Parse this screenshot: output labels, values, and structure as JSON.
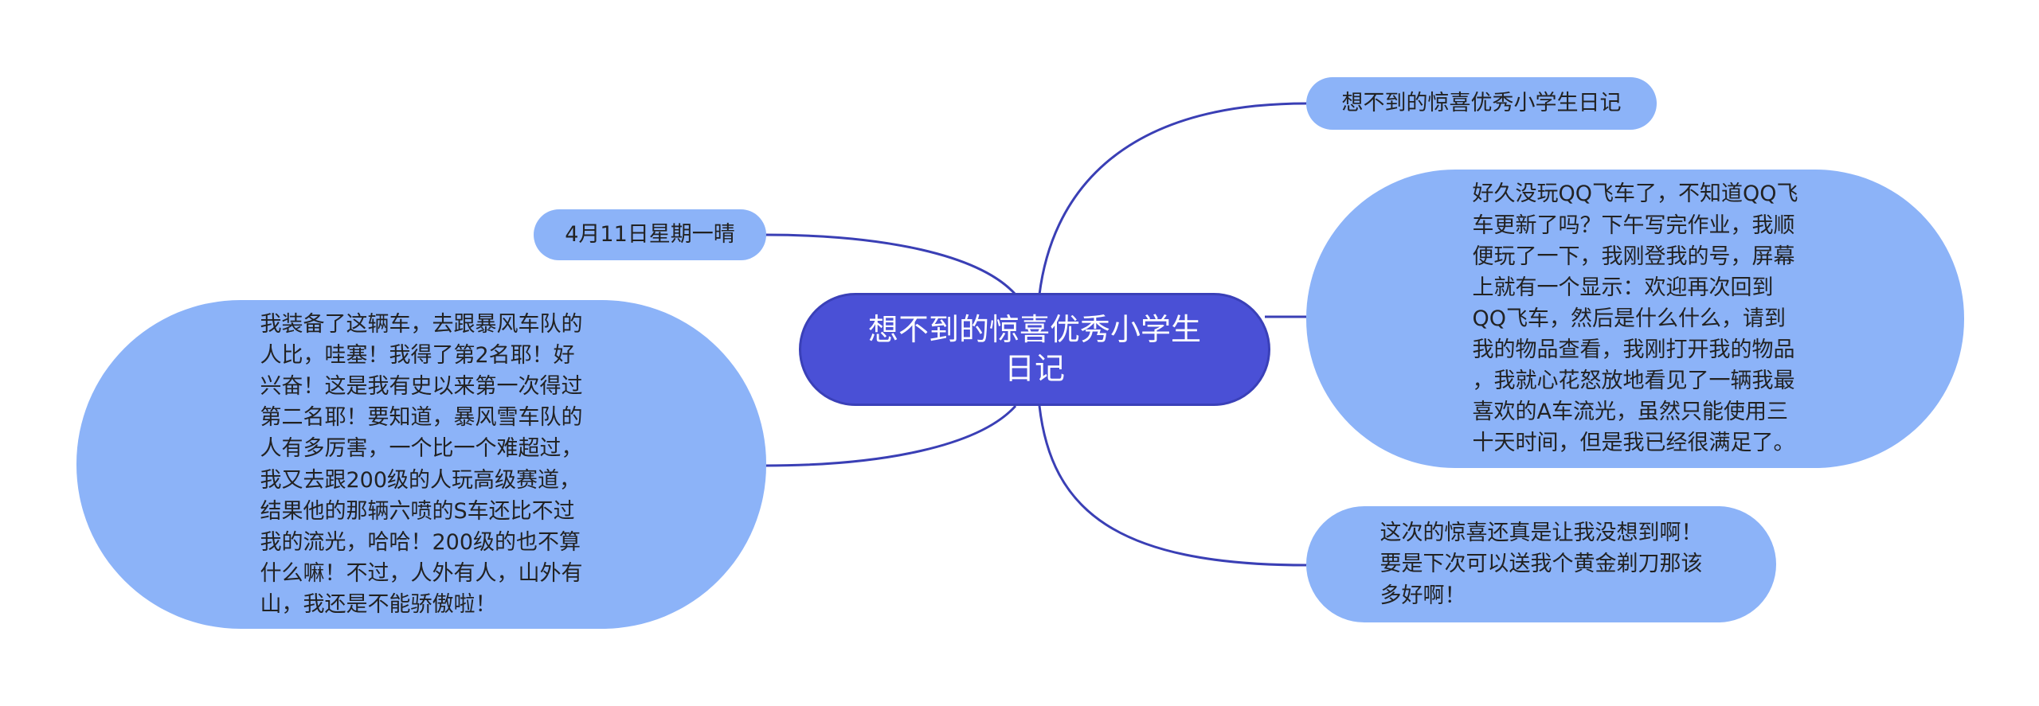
{
  "colors": {
    "center_fill": "#4a50d6",
    "leaf_fill": "#8cb3f8",
    "connector": "#3a3fb5"
  },
  "center": {
    "text": "想不到的惊喜优秀小学生\n日记"
  },
  "leaves": {
    "top_right": "想不到的惊喜优秀小学生日记",
    "date": "4月11日星期一晴",
    "right_big": "好久没玩QQ飞车了，不知道QQ飞\n车更新了吗？下午写完作业，我顺\n便玩了一下，我刚登我的号，屏幕\n上就有一个显示：欢迎再次回到\nQQ飞车，然后是什么什么，请到\n我的物品查看，我刚打开我的物品\n，我就心花怒放地看见了一辆我最\n喜欢的A车流光，虽然只能使用三\n十天时间，但是我已经很满足了。",
    "left_big": "我装备了这辆车，去跟暴风车队的\n人比，哇塞！我得了第2名耶！好\n兴奋！这是我有史以来第一次得过\n第二名耶！要知道，暴风雪车队的\n人有多厉害，一个比一个难超过，\n我又去跟200级的人玩高级赛道，\n结果他的那辆六喷的S车还比不过\n我的流光，哈哈！200级的也不算\n什么嘛！不过，人外有人，山外有\n山，我还是不能骄傲啦！",
    "bottom_right": "这次的惊喜还真是让我没想到啊！\n要是下次可以送我个黄金剃刀那该\n多好啊！"
  }
}
